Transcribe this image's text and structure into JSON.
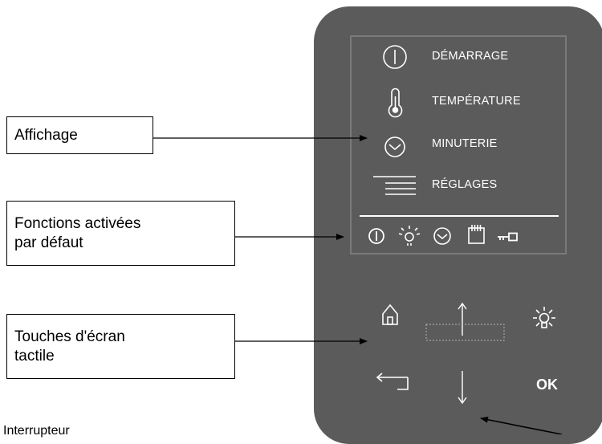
{
  "labels": {
    "affichage": "Affichage",
    "fonctions_line1": "Fonctions activées",
    "fonctions_line2": "par défaut",
    "touches_line1": "Touches d'écran",
    "touches_line2": "tactile"
  },
  "menu": [
    {
      "label": "DÉMARRAGE",
      "icon": "power-icon"
    },
    {
      "label": "TEMPÉRATURE",
      "icon": "thermometer-icon"
    },
    {
      "label": "MINUTERIE",
      "icon": "clock-icon"
    },
    {
      "label": "RÉGLAGES",
      "icon": "settings-lines-icon"
    }
  ],
  "status_icons": [
    "power-icon",
    "light-icon",
    "clock-icon",
    "calendar-icon",
    "key-icon"
  ],
  "keys": {
    "home": "home-icon",
    "up": "arrow-up-icon",
    "light": "light-icon",
    "back": "back-icon",
    "down": "arrow-down-icon",
    "ok": "OK"
  },
  "footnote": "Interrupteur",
  "colors": {
    "device": "#5b5b5b",
    "screen_border": "#7a7a7a",
    "foreground": "#ffffff"
  }
}
